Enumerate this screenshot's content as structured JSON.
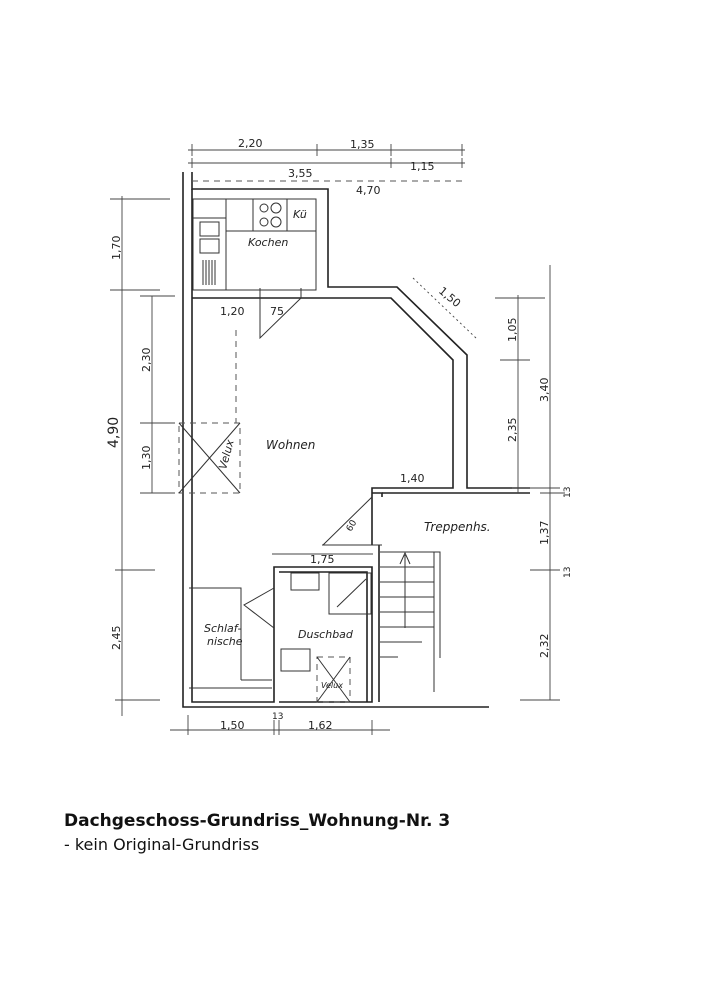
{
  "rooms": {
    "kitchen": "Kochen",
    "kitchen_abbr": "Kü",
    "living": "Wohnen",
    "stairwell": "Treppenhs.",
    "sleeping_1": "Schlaf-",
    "sleeping_2": "nische",
    "bath": "Duschbad",
    "velux_living": "Velux",
    "velux_bath": "Velux"
  },
  "dimensions": {
    "top_220": "2,20",
    "top_135": "1,35",
    "top_355": "3,55",
    "top_115": "1,15",
    "top_470": "4,70",
    "left_170": "1,70",
    "left_490": "4,90",
    "left_230": "2,30",
    "left_130": "1,30",
    "left_245": "2,45",
    "door_120": "1,20",
    "door_75": "75",
    "diag_150": "1,50",
    "right_105": "1,05",
    "right_235": "2,35",
    "right_340": "3,40",
    "right_13a": "13",
    "right_137": "1,37",
    "right_13b": "13",
    "right_232": "2,32",
    "mid_140": "1,40",
    "diag_60": "60",
    "bath_175": "1,75",
    "bottom_150": "1,50",
    "bottom_13": "13",
    "bottom_162": "1,62"
  },
  "caption": {
    "title": "Dachgeschoss-Grundriss_Wohnung-Nr. 3",
    "subtitle": "- kein Original-Grundriss"
  }
}
